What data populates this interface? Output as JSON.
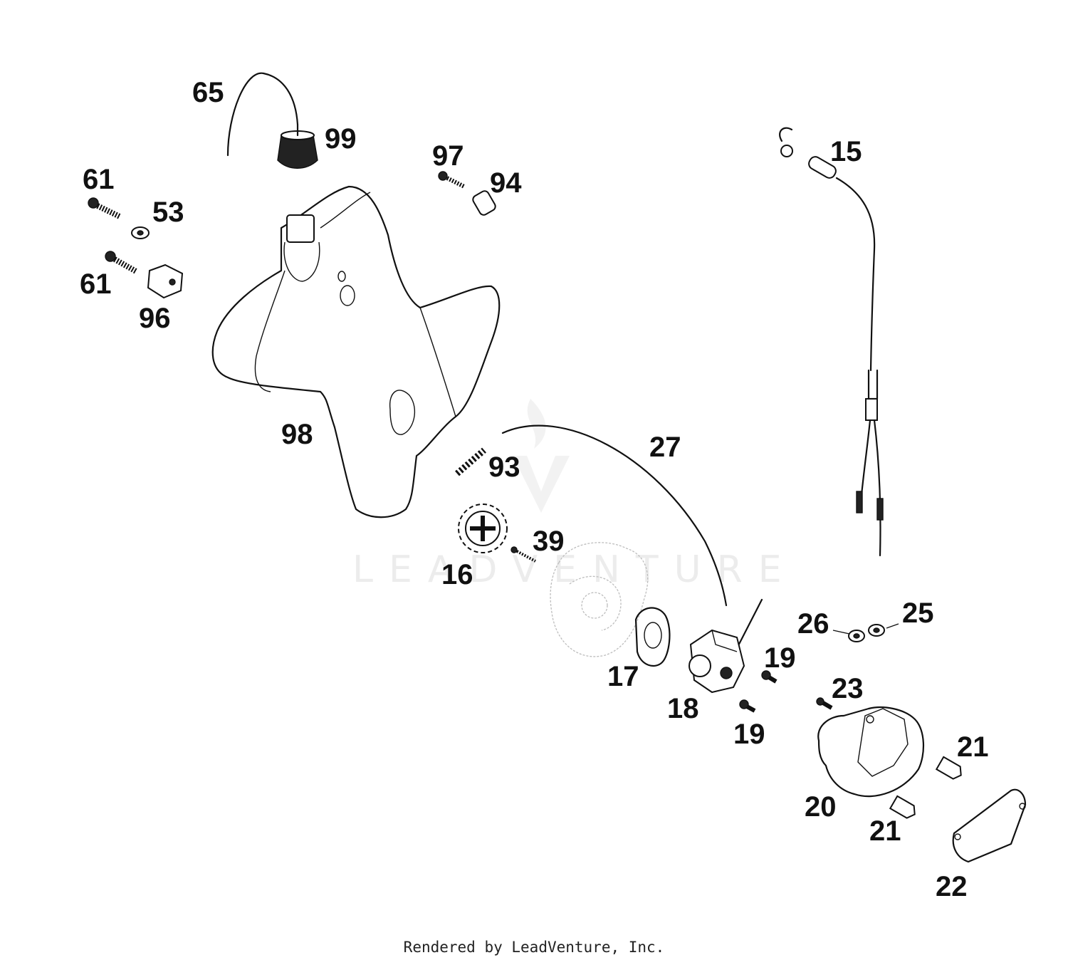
{
  "diagram": {
    "watermark": "LEADVENTURE",
    "footer": "Rendered by LeadVenture, Inc.",
    "labels": {
      "l65": "65",
      "l99": "99",
      "l97": "97",
      "l94": "94",
      "l15": "15",
      "l61a": "61",
      "l53": "53",
      "l61b": "61",
      "l96": "96",
      "l98": "98",
      "l27": "27",
      "l93": "93",
      "l39": "39",
      "l16": "16",
      "l26": "26",
      "l25": "25",
      "l19a": "19",
      "l17": "17",
      "l18": "18",
      "l19b": "19",
      "l23": "23",
      "l21a": "21",
      "l20": "20",
      "l21b": "21",
      "l22": "22"
    }
  }
}
